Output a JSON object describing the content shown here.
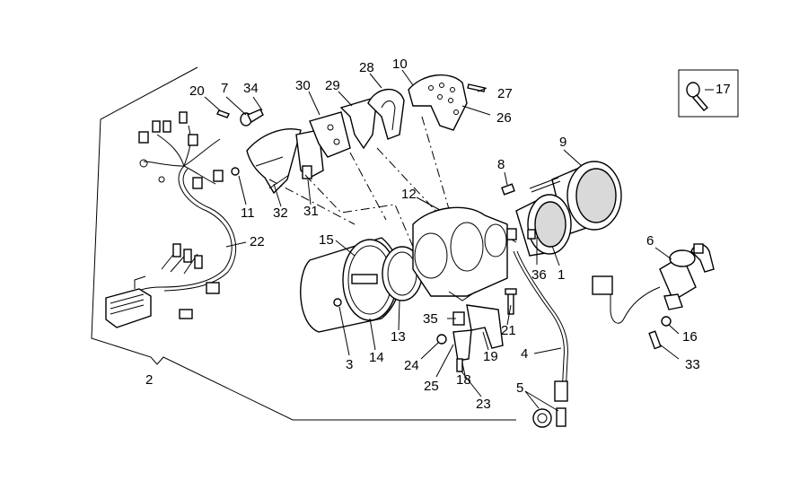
{
  "diagram": {
    "labels": {
      "p2": "2",
      "p3": "3",
      "p4": "4",
      "p5": "5",
      "p6": "6",
      "p7": "7",
      "p8": "8",
      "p9": "9",
      "p10": "10",
      "p11": "11",
      "p12": "12",
      "p13": "13",
      "p14": "14",
      "p15": "15",
      "p16": "16",
      "p17": "17",
      "p18": "18",
      "p19": "19",
      "p20": "20",
      "p21": "21",
      "p22": "22",
      "p23": "23",
      "p24": "24",
      "p25": "25",
      "p26": "26",
      "p27": "27",
      "p28": "28",
      "p29": "29",
      "p30": "30",
      "p31": "31",
      "p32": "32",
      "p33": "33",
      "p34": "34",
      "p35": "35",
      "p36": "36",
      "p1": "1"
    }
  }
}
